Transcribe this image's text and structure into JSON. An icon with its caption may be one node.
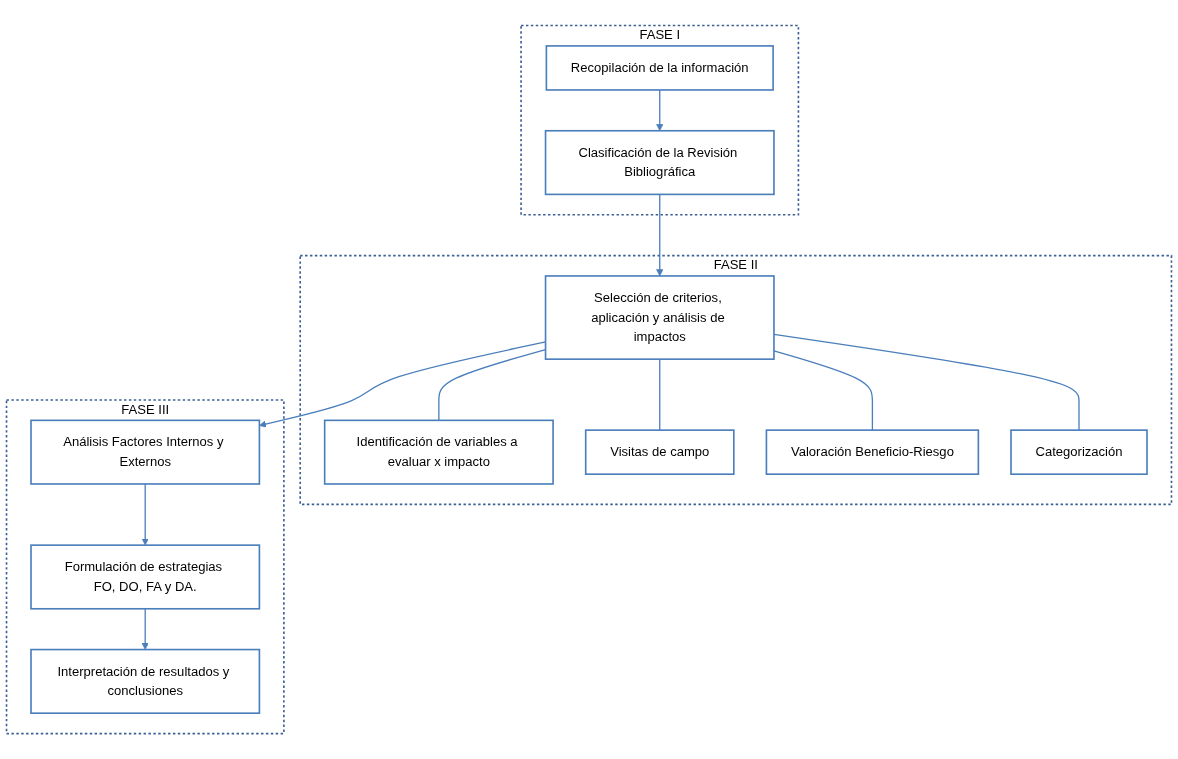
{
  "diagram": {
    "nodes": [
      {
        "text": [
          "FASE I"
        ]
      },
      {
        "text": [
          "Recopilación de la información"
        ],
        "in": 0
      },
      {
        "text": [
          "Clasificación de la Revisión Bibliográfica"
        ],
        "in": 0
      },
      {
        "text": [
          "FASE II"
        ]
      },
      {
        "text": [
          "Selección de criterios, aplicación y análisis de impactos"
        ],
        "in": 3
      },
      {
        "text": [
          "Identificación de variables a evaluar x impacto"
        ],
        "in": 3
      },
      {
        "text": [
          "Visitas de campo"
        ],
        "in": 3
      },
      {
        "text": [
          "Valoración Beneficio-Riesgo"
        ],
        "in": 3
      },
      {
        "text": [
          "Categorización"
        ],
        "in": 3
      },
      {
        "text": [
          "FASE III"
        ]
      },
      {
        "text": [
          "Análisis Factores Internos y Externos"
        ],
        "in": 9
      },
      {
        "text": [
          "Formulación de estrategias FO, DO, FA y DA."
        ],
        "in": 9
      },
      {
        "text": [
          "Interpretación de resultados y conclusiones"
        ],
        "in": 9
      }
    ],
    "edges": [
      {
        "from": 1,
        "to": 2,
        "arrow": "to"
      },
      {
        "from": 2,
        "to": 4,
        "arrow": "to"
      },
      {
        "from": 4,
        "to": 5,
        "arrow": "none"
      },
      {
        "from": 4,
        "to": 6,
        "arrow": "none"
      },
      {
        "from": 4,
        "to": 7,
        "arrow": "none"
      },
      {
        "from": 4,
        "to": 8,
        "arrow": "none"
      },
      {
        "from": 4,
        "to": 10,
        "arrow": "to"
      },
      {
        "from": 10,
        "to": 11,
        "arrow": "to"
      },
      {
        "from": 11,
        "to": 12,
        "arrow": "to"
      }
    ]
  }
}
